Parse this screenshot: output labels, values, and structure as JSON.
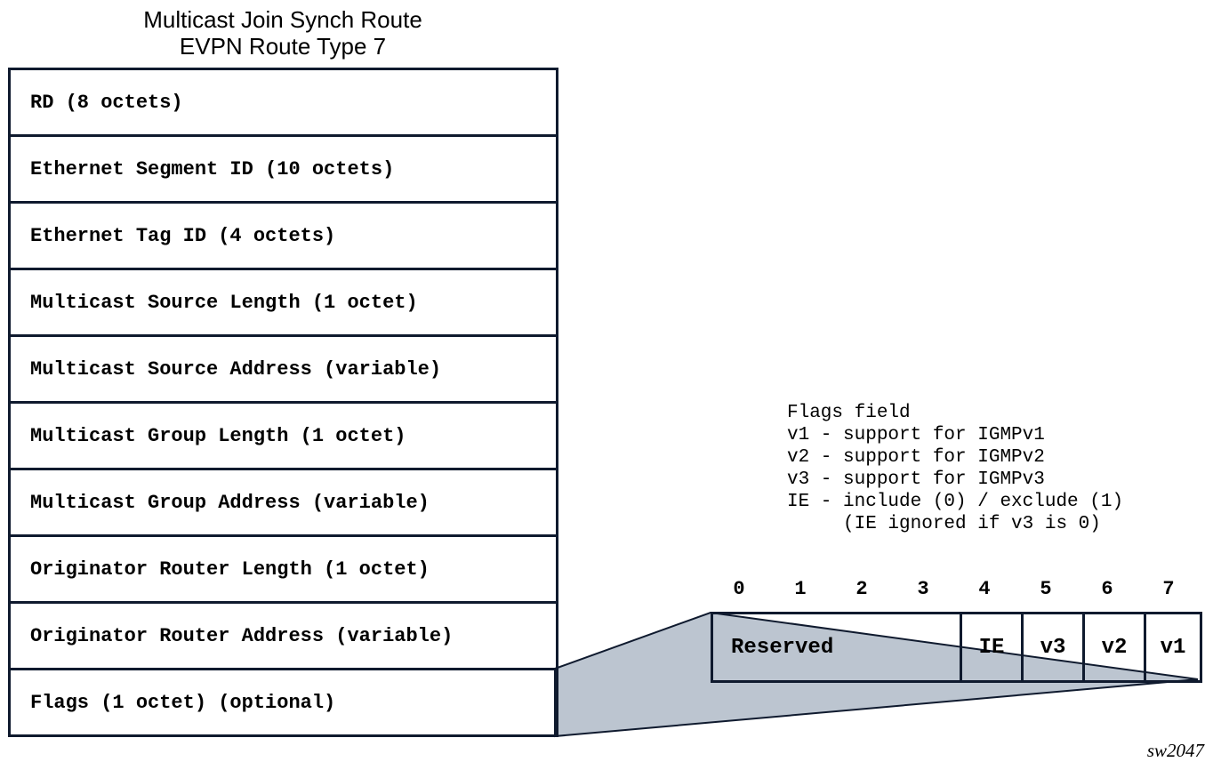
{
  "title": {
    "line1": "Multicast Join Synch Route",
    "line2": "EVPN Route Type 7"
  },
  "fields": [
    "RD (8 octets)",
    "Ethernet Segment ID (10 octets)",
    "Ethernet Tag ID (4 octets)",
    "Multicast Source Length (1 octet)",
    "Multicast Source Address (variable)",
    "Multicast Group Length (1 octet)",
    "Multicast Group Address (variable)",
    "Originator Router Length (1 octet)",
    "Originator Router Address (variable)",
    "Flags (1 octet) (optional)"
  ],
  "legend": {
    "heading": "Flags field",
    "lines": [
      "v1 - support for IGMPv1",
      "v2 - support for IGMPv2",
      "v3 - support for IGMPv3",
      "IE - include (0) / exclude (1)",
      "     (IE ignored if v3 is 0)"
    ]
  },
  "bit_numbers": [
    "0",
    "1",
    "2",
    "3",
    "4",
    "5",
    "6",
    "7"
  ],
  "flag_cells": [
    "Reserved",
    "IE",
    "v3",
    "v2",
    "v1"
  ],
  "figure_id": "sw2047",
  "colors": {
    "border": "#0f1a2e",
    "connector_fill": "#bcc5d0"
  }
}
